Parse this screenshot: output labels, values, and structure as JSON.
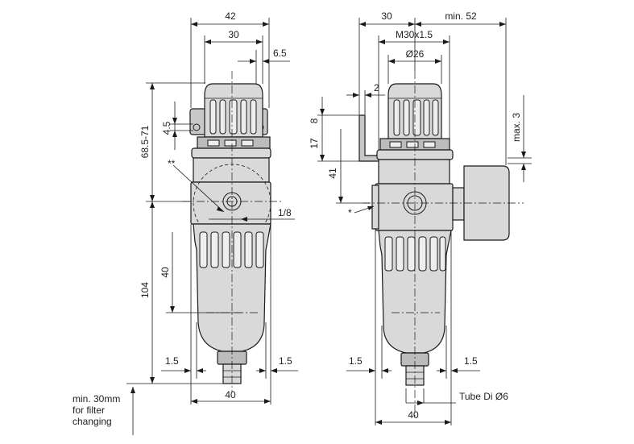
{
  "front_view": {
    "width_overall": "42",
    "width_knob": "30",
    "offset_right": "6.5",
    "height_top": "68.5-71",
    "bracket_hole": "4.5",
    "double_star": "**",
    "port_thread": "1/8",
    "bowl_removal": "40",
    "height_bottom": "104",
    "clearance_left": "1.5",
    "clearance_right": "1.5",
    "body_width": "40"
  },
  "side_view": {
    "depth_to_center": "30",
    "gauge_extension": "min. 52",
    "thread": "M30x1.5",
    "knob_diameter": "Ø26",
    "bracket_thickness": "2",
    "bracket_lip": "8",
    "bracket_height": "17",
    "mount_to_center": "41",
    "max_lift": "max. 3",
    "single_star": "*",
    "clearance_left": "1.5",
    "clearance_right": "1.5",
    "body_width": "40",
    "tube_note": "Tube Di Ø6"
  },
  "filter_note": {
    "line1": "min. 30mm",
    "line2": "for filter",
    "line3": "changing"
  }
}
